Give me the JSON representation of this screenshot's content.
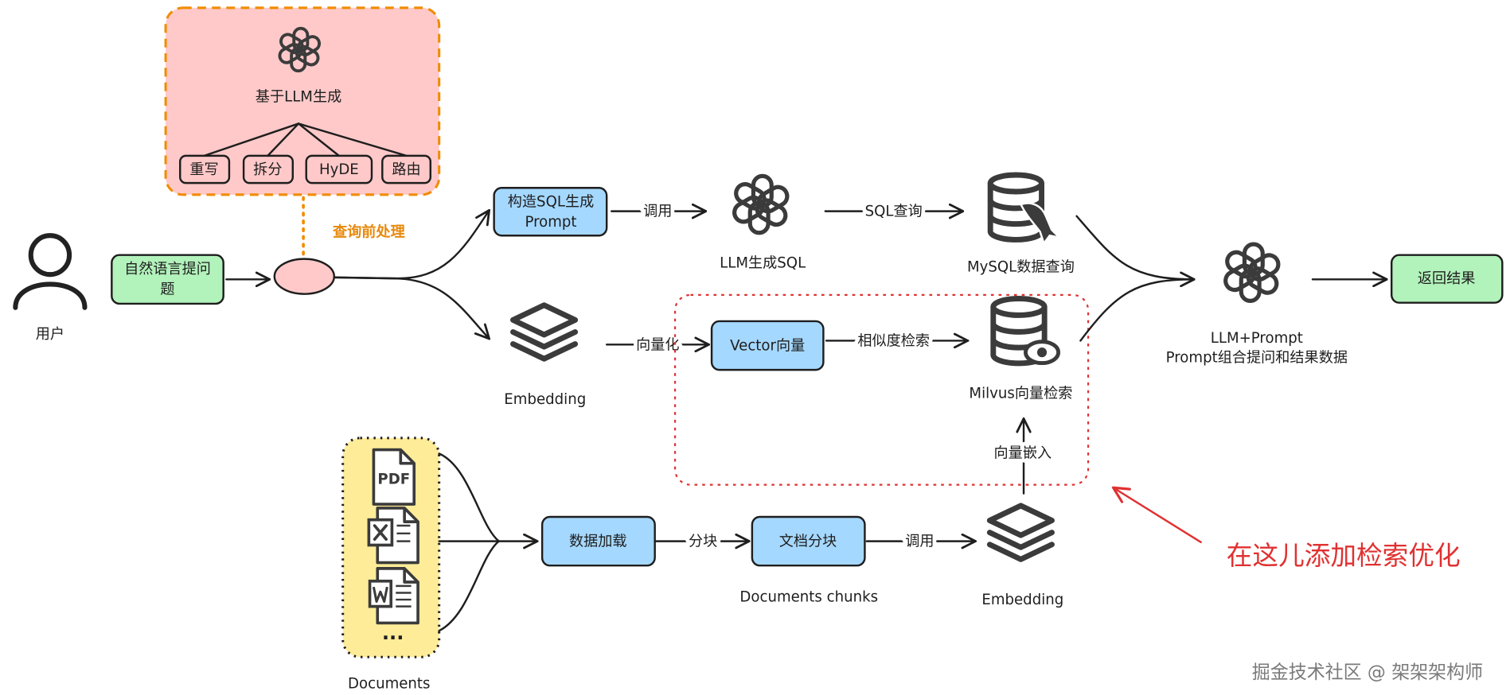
{
  "query_preprocess": {
    "title": "基于LLM生成",
    "items": [
      "重写",
      "拆分",
      "HyDE",
      "路由"
    ],
    "label": "查询前处理"
  },
  "user": {
    "label": "用户"
  },
  "question": {
    "line1": "自然语言提问",
    "line2": "题"
  },
  "sql_branch": {
    "prompt_line1": "构造SQL生成",
    "prompt_line2": "Prompt",
    "call_label": "调用",
    "llm_label": "LLM生成SQL",
    "query_label": "SQL查询",
    "db_label": "MySQL数据查询"
  },
  "vector_branch": {
    "embedding_label": "Embedding",
    "vectorize_label": "向量化",
    "vector_box": "Vector向量",
    "similarity_label": "相似度检索",
    "db_label": "Milvus向量检索",
    "embed_label": "向量嵌入"
  },
  "final": {
    "llm_line1": "LLM+Prompt",
    "llm_line2": "Prompt组合提问和结果数据",
    "result": "返回结果"
  },
  "ingestion": {
    "pdf_icon_text": "PDF",
    "more": "...",
    "docs_label": "Documents",
    "load": "数据加载",
    "chunk_label": "分块",
    "chunk_box": "文档分块",
    "chunks_caption": "Documents chunks",
    "call_label": "调用",
    "embedding_label": "Embedding"
  },
  "annotation": {
    "text": "在这儿添加检索优化"
  },
  "watermark": "掘金技术社区 @ 架架架构师",
  "colors": {
    "pink_fill": "#ffc9c9",
    "green_box": "#b2f2bb",
    "blue_box": "#a5d8ff",
    "yellow_fill": "#ffec99",
    "orange_accent": "#f08c00",
    "red_accent": "#e03131"
  },
  "icons": [
    "openai-logo-icon",
    "database-icon",
    "mysql-dolphin-icon",
    "milvus-eye-icon",
    "layers-icon",
    "user-icon",
    "pdf-file-icon",
    "excel-file-icon",
    "word-file-icon"
  ]
}
